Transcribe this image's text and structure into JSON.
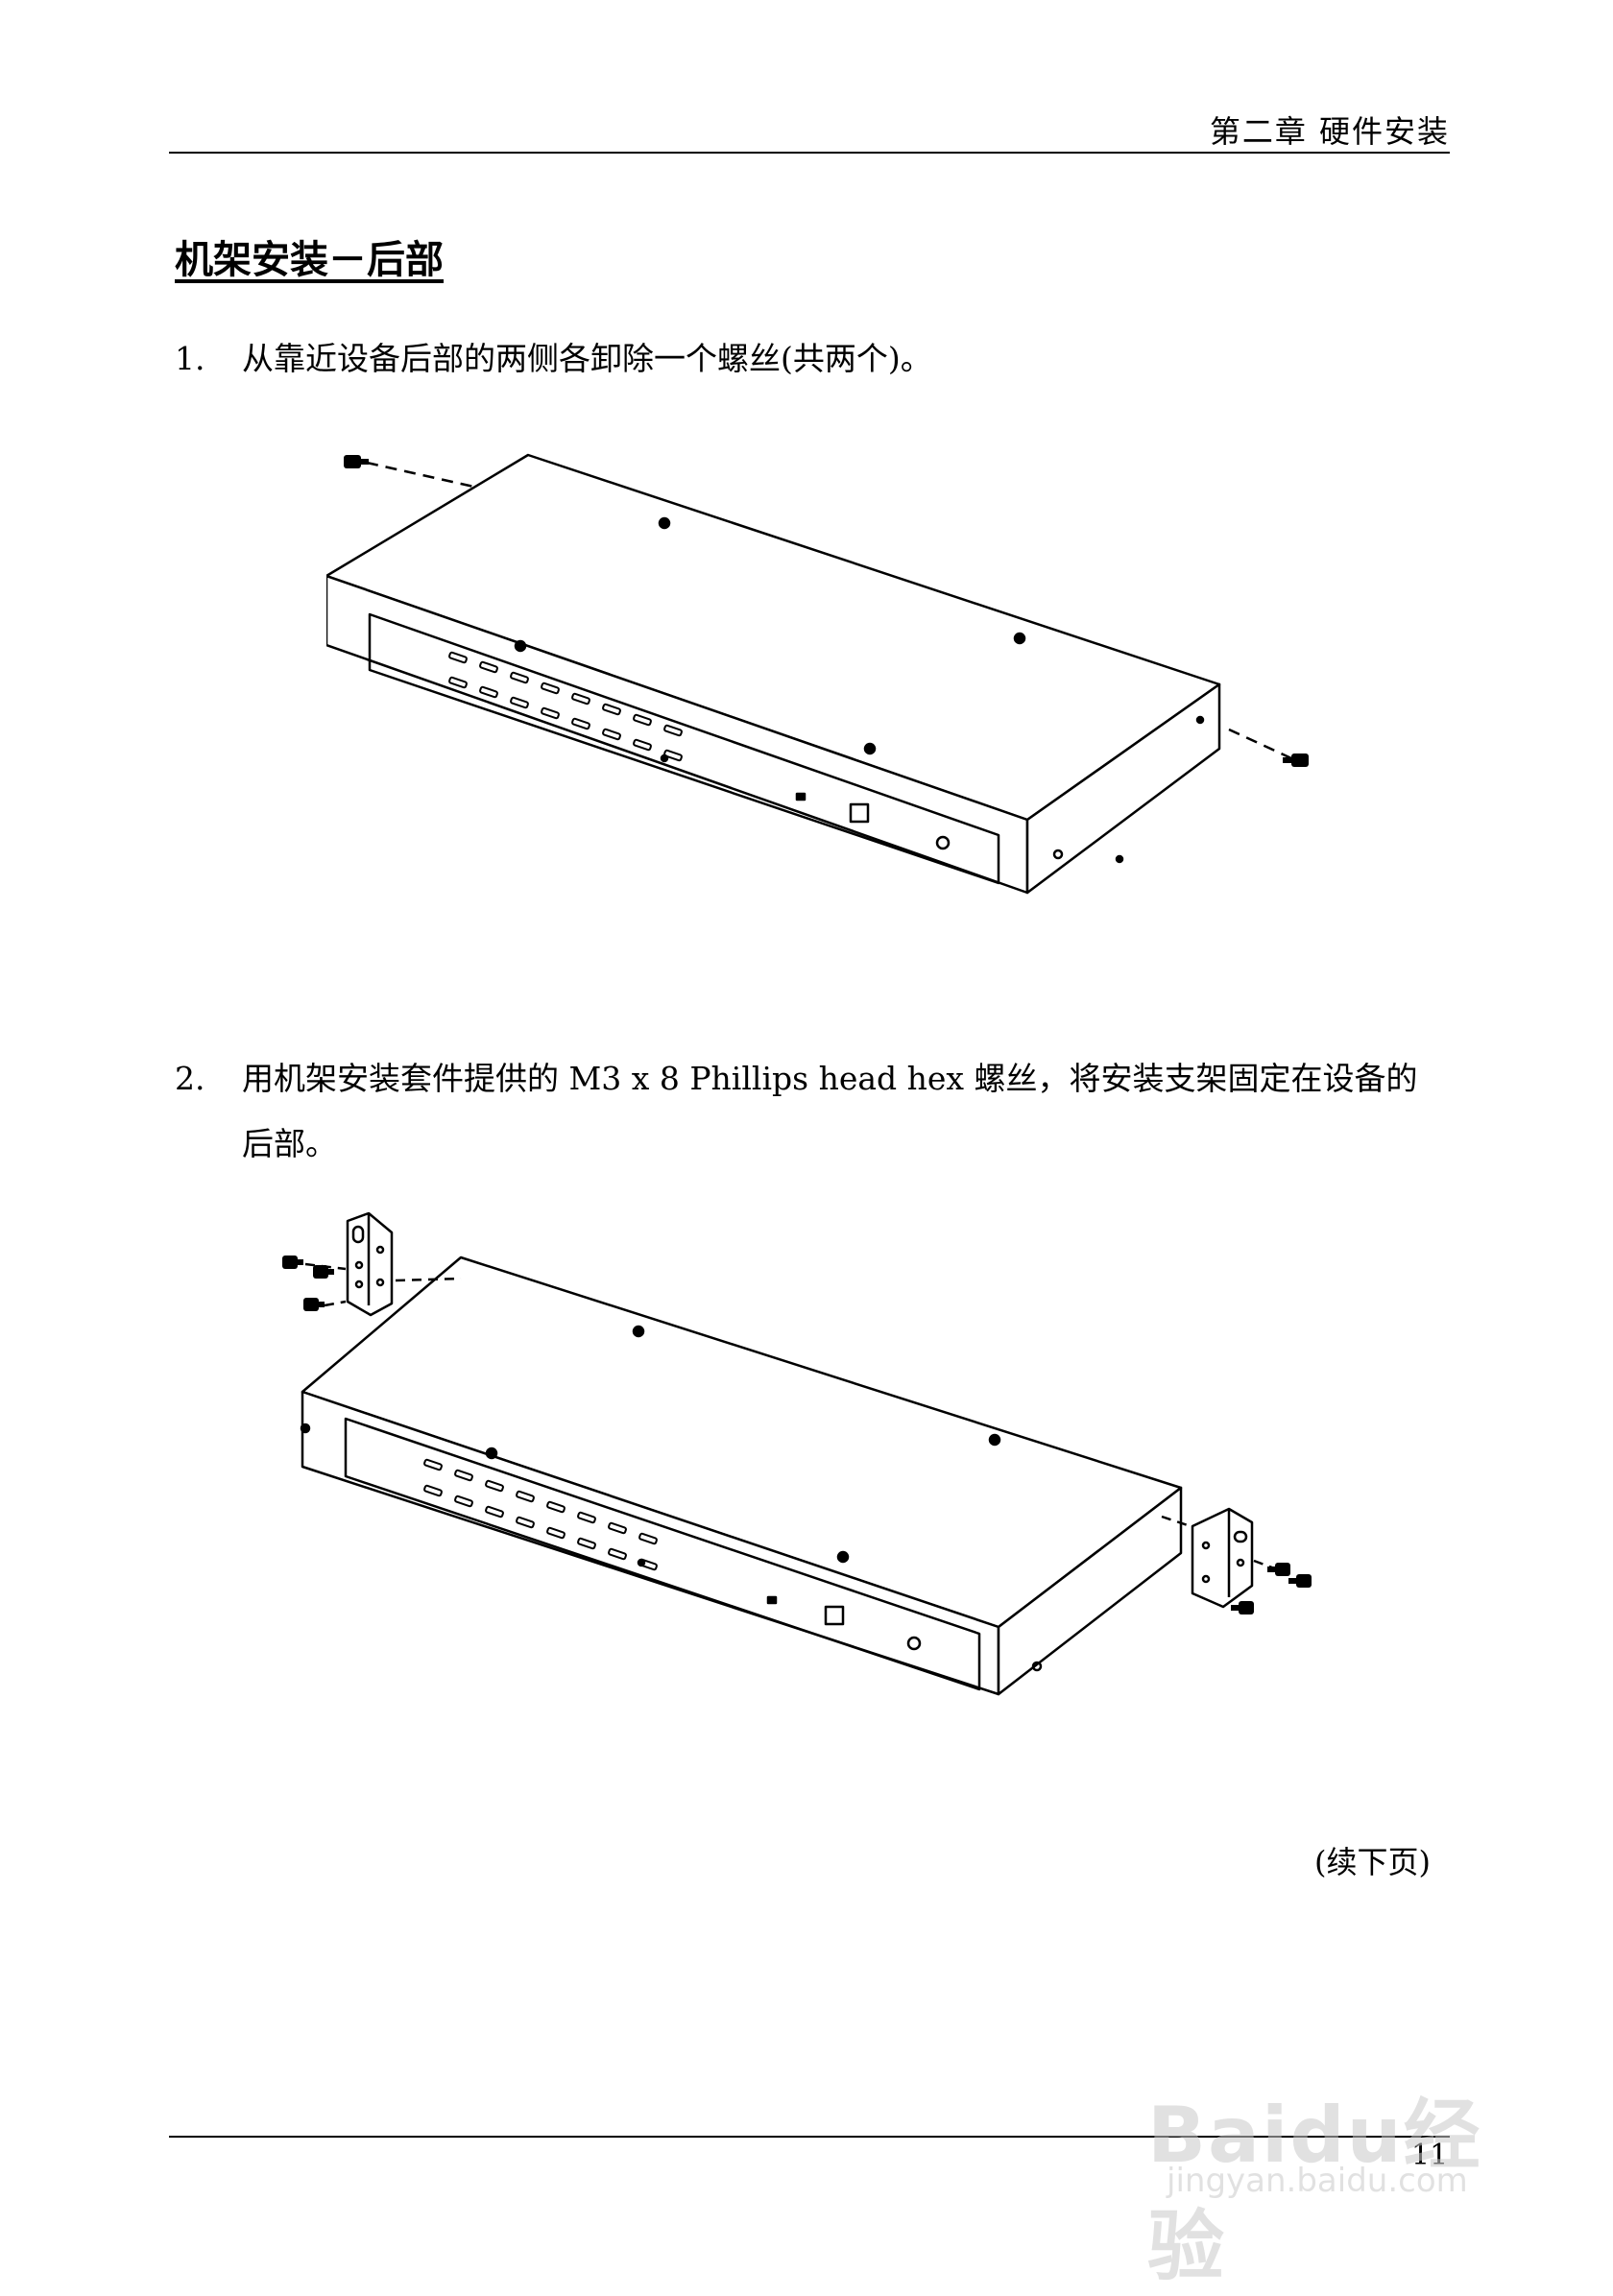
{
  "header": {
    "chapter": "第二章 硬件安装"
  },
  "section": {
    "title": "机架安装－后部"
  },
  "steps": [
    {
      "number": "1.",
      "text": "从靠近设备后部的两侧各卸除一个螺丝(共两个)。"
    },
    {
      "number": "2.",
      "text": "用机架安装套件提供的 M3 x 8 Phillips head hex 螺丝，将安装支架固定在设备的后部。"
    }
  ],
  "footer": {
    "continued": "(续下页)",
    "page_number": "11"
  },
  "watermark": {
    "logo": "Baidu经验",
    "url": "jingyan.baidu.com"
  }
}
